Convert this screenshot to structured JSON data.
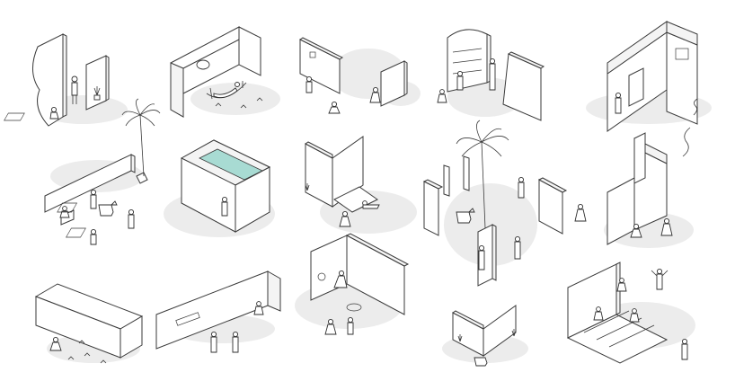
{
  "colors": {
    "background": "#ffffff",
    "line": "#3a3a3a",
    "shadow": "#ececec",
    "pool_water": "#a8dbd3"
  },
  "vignettes": [
    {
      "id": "curved-wall-reading-nook",
      "icon": "person-icon"
    },
    {
      "id": "hammock-wall",
      "icon": "hammock-icon"
    },
    {
      "id": "screen-walls-sitting",
      "icon": "person-icon"
    },
    {
      "id": "curved-shelf-wall",
      "icon": "person-icon"
    },
    {
      "id": "l-shaped-house-wall",
      "icon": "person-icon"
    },
    {
      "id": "long-low-wall-with-dog",
      "icon": "dog-icon"
    },
    {
      "id": "pool-enclosure",
      "icon": "pool-icon"
    },
    {
      "id": "v-wall-reclining",
      "icon": "person-icon"
    },
    {
      "id": "free-standing-panels-palm",
      "icon": "palm-icon"
    },
    {
      "id": "tall-tower-wall",
      "icon": "person-icon"
    },
    {
      "id": "pierced-wall-birds",
      "icon": "bird-icon"
    },
    {
      "id": "sloped-wall-kids",
      "icon": "person-icon"
    },
    {
      "id": "corner-room-sitting",
      "icon": "person-icon"
    },
    {
      "id": "v-planter-wall",
      "icon": "plant-icon"
    },
    {
      "id": "stepped-seating",
      "icon": "person-icon"
    }
  ]
}
